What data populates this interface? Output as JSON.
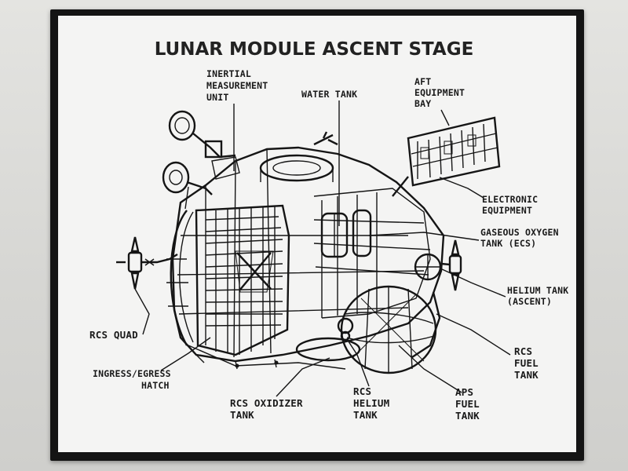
{
  "title": "LUNAR MODULE ASCENT STAGE",
  "labels": {
    "imu": [
      "INERTIAL",
      "MEASUREMENT",
      "UNIT"
    ],
    "water_tank": [
      "WATER TANK"
    ],
    "aft_bay": [
      "AFT",
      "EQUIPMENT",
      "BAY"
    ],
    "electronic": [
      "ELECTRONIC",
      "EQUIPMENT"
    ],
    "gox": [
      "GASEOUS OXYGEN",
      "TANK (ECS)"
    ],
    "helium_ascent": [
      "HELIUM TANK",
      "(ASCENT)"
    ],
    "rcs_fuel": [
      "RCS",
      "FUEL",
      "TANK"
    ],
    "aps_fuel": [
      "APS",
      "FUEL",
      "TANK"
    ],
    "rcs_helium": [
      "RCS",
      "HELIUM",
      "TANK"
    ],
    "rcs_oxidizer": [
      "RCS  OXIDIZER",
      "TANK"
    ],
    "hatch": [
      "INGRESS/EGRESS",
      "HATCH"
    ],
    "rcs_quad": [
      "RCS QUAD"
    ]
  },
  "colors": {
    "frame": "#141414",
    "panel": "#f4f4f3",
    "ink": "#151515"
  }
}
